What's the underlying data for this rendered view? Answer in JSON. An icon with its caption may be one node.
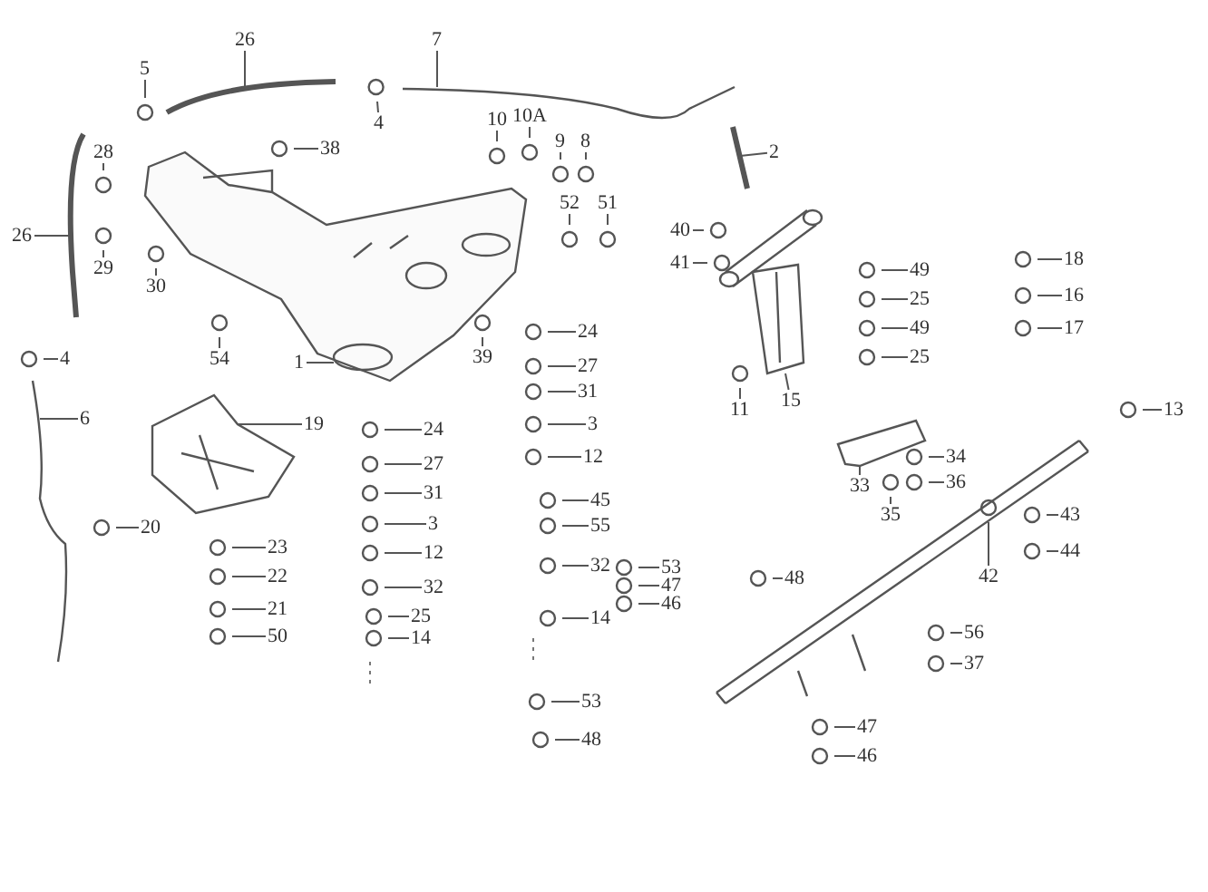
{
  "diagram": {
    "nodes": [
      {
        "text": [
          "26"
        ]
      },
      {
        "text": [
          "5"
        ]
      },
      {
        "text": [
          "7"
        ]
      },
      {
        "text": [
          "4"
        ]
      },
      {
        "text": [
          "10"
        ]
      },
      {
        "text": [
          "10A"
        ]
      },
      {
        "text": [
          "9"
        ]
      },
      {
        "text": [
          "8"
        ]
      },
      {
        "text": [
          "38"
        ]
      },
      {
        "text": [
          "28"
        ]
      },
      {
        "text": [
          "2"
        ]
      },
      {
        "text": [
          "26"
        ]
      },
      {
        "text": [
          "29"
        ]
      },
      {
        "text": [
          "52"
        ]
      },
      {
        "text": [
          "51"
        ]
      },
      {
        "text": [
          "40"
        ]
      },
      {
        "text": [
          "41"
        ]
      },
      {
        "text": [
          "30"
        ]
      },
      {
        "text": [
          "49"
        ]
      },
      {
        "text": [
          "18"
        ]
      },
      {
        "text": [
          "25"
        ]
      },
      {
        "text": [
          "16"
        ]
      },
      {
        "text": [
          "49"
        ]
      },
      {
        "text": [
          "17"
        ]
      },
      {
        "text": [
          "54"
        ]
      },
      {
        "text": [
          "39"
        ]
      },
      {
        "text": [
          "24"
        ]
      },
      {
        "text": [
          "25"
        ]
      },
      {
        "text": [
          "4"
        ]
      },
      {
        "text": [
          "1"
        ]
      },
      {
        "text": [
          "27"
        ]
      },
      {
        "text": [
          "31"
        ]
      },
      {
        "text": [
          "11"
        ]
      },
      {
        "text": [
          "15"
        ]
      },
      {
        "text": [
          "6"
        ]
      },
      {
        "text": [
          "19"
        ]
      },
      {
        "text": [
          "24"
        ]
      },
      {
        "text": [
          "3"
        ]
      },
      {
        "text": [
          "13"
        ]
      },
      {
        "text": [
          "27"
        ]
      },
      {
        "text": [
          "12"
        ]
      },
      {
        "text": [
          "34"
        ]
      },
      {
        "text": [
          "31"
        ]
      },
      {
        "text": [
          "33"
        ]
      },
      {
        "text": [
          "36"
        ]
      },
      {
        "text": [
          "45"
        ]
      },
      {
        "text": [
          "35"
        ]
      },
      {
        "text": [
          "3"
        ]
      },
      {
        "text": [
          "55"
        ]
      },
      {
        "text": [
          "20"
        ]
      },
      {
        "text": [
          "43"
        ]
      },
      {
        "text": [
          "23"
        ]
      },
      {
        "text": [
          "12"
        ]
      },
      {
        "text": [
          "42"
        ]
      },
      {
        "text": [
          "44"
        ]
      },
      {
        "text": [
          "53"
        ]
      },
      {
        "text": [
          "32"
        ]
      },
      {
        "text": [
          "22"
        ]
      },
      {
        "text": [
          "48"
        ]
      },
      {
        "text": [
          "32"
        ]
      },
      {
        "text": [
          "47"
        ]
      },
      {
        "text": [
          "46"
        ]
      },
      {
        "text": [
          "21"
        ]
      },
      {
        "text": [
          "25"
        ]
      },
      {
        "text": [
          "14"
        ]
      },
      {
        "text": [
          "50"
        ]
      },
      {
        "text": [
          "14"
        ]
      },
      {
        "text": [
          "56"
        ]
      },
      {
        "text": [
          "37"
        ]
      },
      {
        "text": [
          "53"
        ]
      },
      {
        "text": [
          "47"
        ]
      },
      {
        "text": [
          "48"
        ]
      },
      {
        "text": [
          "46"
        ]
      },
      {
        "text": [],
        "shape": "picture"
      },
      {
        "text": [],
        "shape": "picture"
      },
      {
        "text": [],
        "shape": "picture"
      },
      {
        "text": [],
        "shape": "picture"
      },
      {
        "text": [],
        "shape": "picture"
      },
      {
        "text": [],
        "shape": "picture"
      },
      {
        "text": [],
        "shape": "picture"
      },
      {
        "text": [],
        "shape": "picture"
      },
      {
        "text": [],
        "shape": "picture"
      }
    ],
    "edges": [
      {
        "from": 0,
        "to": 73,
        "arrow": "none"
      },
      {
        "from": 1,
        "to": null,
        "arrow": "none"
      },
      {
        "from": 2,
        "to": 74,
        "arrow": "none"
      },
      {
        "from": 3,
        "to": null,
        "arrow": "none"
      },
      {
        "from": 4,
        "to": null,
        "arrow": "none"
      },
      {
        "from": 5,
        "to": null,
        "arrow": "none"
      },
      {
        "from": 6,
        "to": null,
        "arrow": "none"
      },
      {
        "from": 7,
        "to": null,
        "arrow": "none"
      },
      {
        "from": 8,
        "to": null,
        "arrow": "none"
      },
      {
        "from": 9,
        "to": null,
        "arrow": "none"
      },
      {
        "from": 10,
        "to": 75,
        "arrow": "none"
      },
      {
        "from": 11,
        "to": 76,
        "arrow": "none"
      },
      {
        "from": 12,
        "to": null,
        "arrow": "none"
      },
      {
        "from": 13,
        "to": null,
        "arrow": "none"
      },
      {
        "from": 14,
        "to": null,
        "arrow": "none"
      },
      {
        "from": 15,
        "to": null,
        "arrow": "none"
      },
      {
        "from": 16,
        "to": null,
        "arrow": "none"
      },
      {
        "from": 17,
        "to": null,
        "arrow": "none"
      },
      {
        "from": 18,
        "to": null,
        "arrow": "none"
      },
      {
        "from": 19,
        "to": null,
        "arrow": "none"
      },
      {
        "from": 20,
        "to": null,
        "arrow": "none"
      },
      {
        "from": 21,
        "to": null,
        "arrow": "none"
      },
      {
        "from": 22,
        "to": null,
        "arrow": "none"
      },
      {
        "from": 23,
        "to": null,
        "arrow": "none"
      },
      {
        "from": 24,
        "to": null,
        "arrow": "none"
      },
      {
        "from": 25,
        "to": null,
        "arrow": "none"
      },
      {
        "from": 26,
        "to": null,
        "arrow": "none"
      },
      {
        "from": 27,
        "to": null,
        "arrow": "none"
      },
      {
        "from": 28,
        "to": null,
        "arrow": "none"
      },
      {
        "from": 29,
        "to": 77,
        "arrow": "none"
      },
      {
        "from": 30,
        "to": null,
        "arrow": "none"
      },
      {
        "from": 31,
        "to": null,
        "arrow": "none"
      },
      {
        "from": 32,
        "to": null,
        "arrow": "none"
      },
      {
        "from": 33,
        "to": 78,
        "arrow": "none"
      },
      {
        "from": 34,
        "to": 79,
        "arrow": "none"
      },
      {
        "from": 35,
        "to": 80,
        "arrow": "none"
      },
      {
        "from": 36,
        "to": null,
        "arrow": "none"
      },
      {
        "from": 37,
        "to": null,
        "arrow": "none"
      },
      {
        "from": 38,
        "to": null,
        "arrow": "none"
      },
      {
        "from": 39,
        "to": null,
        "arrow": "none"
      },
      {
        "from": 40,
        "to": null,
        "arrow": "none"
      },
      {
        "from": 41,
        "to": null,
        "arrow": "none"
      },
      {
        "from": 42,
        "to": null,
        "arrow": "none"
      },
      {
        "from": 43,
        "to": 81,
        "arrow": "none"
      },
      {
        "from": 44,
        "to": null,
        "arrow": "none"
      },
      {
        "from": 45,
        "to": null,
        "arrow": "none"
      },
      {
        "from": 46,
        "to": null,
        "arrow": "none"
      },
      {
        "from": 47,
        "to": null,
        "arrow": "none"
      },
      {
        "from": 48,
        "to": null,
        "arrow": "none"
      },
      {
        "from": 49,
        "to": null,
        "arrow": "none"
      },
      {
        "from": 50,
        "to": null,
        "arrow": "none"
      },
      {
        "from": 51,
        "to": null,
        "arrow": "none"
      },
      {
        "from": 52,
        "to": null,
        "arrow": "none"
      },
      {
        "from": 53,
        "to": null,
        "arrow": "none"
      },
      {
        "from": 54,
        "to": null,
        "arrow": "none"
      },
      {
        "from": 55,
        "to": null,
        "arrow": "none"
      },
      {
        "from": 56,
        "to": null,
        "arrow": "none"
      },
      {
        "from": 57,
        "to": null,
        "arrow": "none"
      },
      {
        "from": 58,
        "to": null,
        "arrow": "none"
      },
      {
        "from": 59,
        "to": null,
        "arrow": "none"
      },
      {
        "from": 60,
        "to": null,
        "arrow": "none"
      },
      {
        "from": 61,
        "to": null,
        "arrow": "none"
      },
      {
        "from": 62,
        "to": null,
        "arrow": "none"
      },
      {
        "from": 63,
        "to": null,
        "arrow": "none"
      },
      {
        "from": 64,
        "to": null,
        "arrow": "none"
      },
      {
        "from": 65,
        "to": null,
        "arrow": "none"
      },
      {
        "from": 66,
        "to": null,
        "arrow": "none"
      },
      {
        "from": 67,
        "to": null,
        "arrow": "none"
      },
      {
        "from": 68,
        "to": null,
        "arrow": "none"
      },
      {
        "from": 69,
        "to": null,
        "arrow": "none"
      },
      {
        "from": 70,
        "to": null,
        "arrow": "none"
      },
      {
        "from": 71,
        "to": null,
        "arrow": "none"
      },
      {
        "from": 72,
        "to": null,
        "arrow": "none"
      }
    ]
  }
}
